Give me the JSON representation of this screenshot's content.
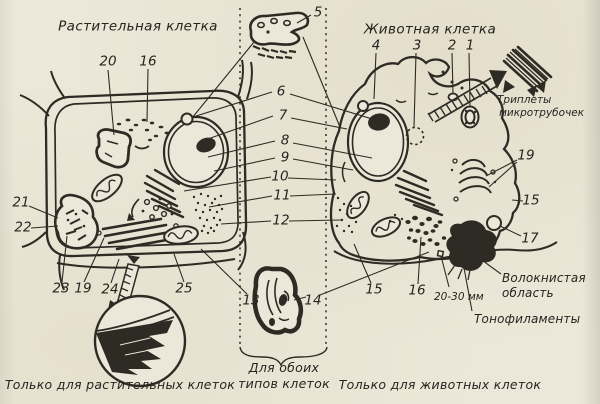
{
  "colors": {
    "ink": "#2e2b25",
    "paper": "#ece7d8"
  },
  "titles": {
    "plant": "Растительная клетка",
    "animal": "Животная клетка"
  },
  "captions": {
    "plant_only": "Только для растительных клеток",
    "both_line1": "Для обоих",
    "both_line2": "типов клеток",
    "animal_only": "Только для животных клеток"
  },
  "annotations": {
    "triplets_line1": "Триплеты",
    "triplets_line2": "микротрубочек",
    "fibrous_line1": "Волокнистая",
    "fibrous_line2": "область",
    "tonofilaments": "Тонофиламенты",
    "scale": "20-30 мм"
  },
  "markers": {
    "plant_20": "20",
    "plant_16": "16",
    "shared_5": "5",
    "animal_4": "4",
    "animal_3": "3",
    "animal_2": "2",
    "animal_1": "1",
    "mid_6": "6",
    "mid_7": "7",
    "mid_8": "8",
    "mid_9": "9",
    "mid_10": "10",
    "mid_11": "11",
    "mid_12": "12",
    "plant_21": "21",
    "plant_22": "22",
    "plant_23": "23",
    "plant_19": "19",
    "plant_24": "24",
    "plant_25": "25",
    "shared_13": "13",
    "shared_14": "14",
    "animal_15_bottom": "15",
    "animal_16_bottom": "16",
    "animal_19": "19",
    "animal_15_right": "15",
    "animal_17": "17"
  }
}
